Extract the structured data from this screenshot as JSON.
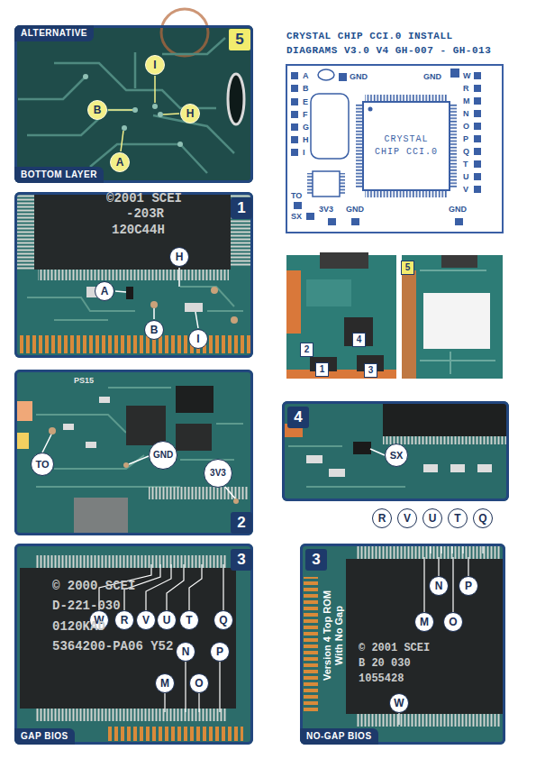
{
  "diagram": {
    "title": "CRYSTAL CHIP CCI.0 INSTALL DIAGRAMS V3.0 V4 GH-007 - GH-013",
    "nodes": [
      {
        "text": [
          "ALTERNATIVE",
          "5",
          "BOTTOM LAYER"
        ]
      },
      {
        "text": [
          "I"
        ],
        "in": 0
      },
      {
        "text": [
          "B"
        ],
        "in": 0
      },
      {
        "text": [
          "H"
        ],
        "in": 0
      },
      {
        "text": [
          "A"
        ],
        "in": 0
      },
      {
        "text": [
          "CRYSTAL CHIP CCI.0"
        ]
      },
      {
        "text": [
          "1"
        ]
      },
      {
        "text": [
          "H"
        ],
        "in": 6
      },
      {
        "text": [
          "A"
        ],
        "in": 6
      },
      {
        "text": [
          "B"
        ],
        "in": 6
      },
      {
        "text": [
          "I"
        ],
        "in": 6
      },
      {
        "text": [
          "2"
        ]
      },
      {
        "text": [
          "TO"
        ],
        "in": 11
      },
      {
        "text": [
          "GND"
        ],
        "in": 11
      },
      {
        "text": [
          "3V3"
        ],
        "in": 11
      },
      {
        "text": [
          "4"
        ]
      },
      {
        "text": [
          "SX"
        ],
        "in": 15
      },
      {
        "text": [
          "3",
          "GAP BIOS"
        ]
      },
      {
        "text": [
          "W"
        ],
        "in": 17
      },
      {
        "text": [
          "R"
        ],
        "in": 17
      },
      {
        "text": [
          "V"
        ],
        "in": 17
      },
      {
        "text": [
          "U"
        ],
        "in": 17
      },
      {
        "text": [
          "T"
        ],
        "in": 17
      },
      {
        "text": [
          "Q"
        ],
        "in": 17
      },
      {
        "text": [
          "N"
        ],
        "in": 17
      },
      {
        "text": [
          "P"
        ],
        "in": 17
      },
      {
        "text": [
          "M"
        ],
        "in": 17
      },
      {
        "text": [
          "O"
        ],
        "in": 17
      },
      {
        "text": [
          "R"
        ]
      },
      {
        "text": [
          "V"
        ]
      },
      {
        "text": [
          "U"
        ]
      },
      {
        "text": [
          "T"
        ]
      },
      {
        "text": [
          "Q"
        ]
      },
      {
        "text": [
          "3",
          "NO-GAP BIOS"
        ]
      },
      {
        "text": [
          "N"
        ],
        "in": 33
      },
      {
        "text": [
          "P"
        ],
        "in": 33
      },
      {
        "text": [
          "M"
        ],
        "in": 33
      },
      {
        "text": [
          "O"
        ],
        "in": 33
      },
      {
        "text": [
          "W"
        ],
        "in": 33
      }
    ],
    "labels": [
      "A",
      "B",
      "E",
      "F",
      "G",
      "H",
      "I",
      "GND",
      "GND",
      "W",
      "R",
      "M",
      "N",
      "O",
      "P",
      "Q",
      "T",
      "U",
      "V",
      "TO",
      "SX",
      "3V3",
      "GND",
      "GND",
      "©2001 SCEI",
      "-203R",
      "120C44H",
      "2",
      "4",
      "1",
      "3",
      "5",
      "PS15",
      "© 2000 SCEI",
      "D-221-030",
      "0120KAD",
      "5364200-PA06 Y52",
      "Version 4 Top ROM With No Gap",
      "© 2001 SCEI",
      "B 20 030",
      "1055428"
    ]
  }
}
